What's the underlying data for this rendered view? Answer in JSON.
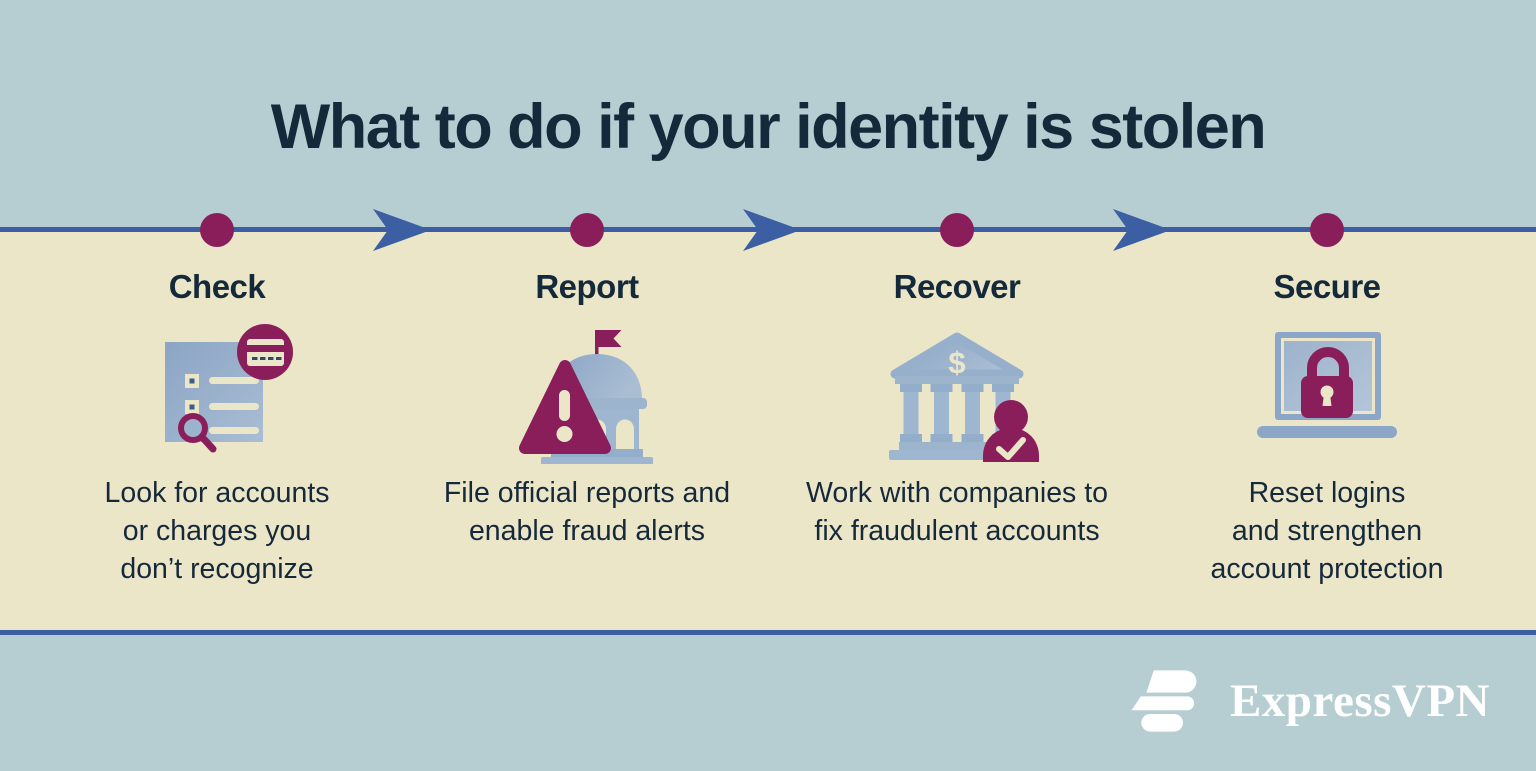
{
  "title": "What to do if your identity is stolen",
  "timeline": {
    "step_count": 4,
    "dot_count": 4,
    "arrow_count": 3
  },
  "steps": [
    {
      "label": "Check",
      "description": "Look for accounts or charges you don’t recognize",
      "icon": "document-credit-card-search-icon"
    },
    {
      "label": "Report",
      "description": "File official reports and enable fraud alerts",
      "icon": "government-building-warning-icon"
    },
    {
      "label": "Recover",
      "description": "Work with companies to fix fraudulent accounts",
      "icon": "bank-verified-person-icon"
    },
    {
      "label": "Secure",
      "description": "Reset logins and strengthen account protection",
      "icon": "laptop-padlock-icon"
    }
  ],
  "footer": {
    "brand": "ExpressVPN"
  },
  "colors": {
    "top_band": "#b6ced2",
    "content_band": "#ece6c9",
    "bottom_band": "#b6ced2",
    "title_text": "#14293a",
    "timeline_line": "#3c5fa3",
    "timeline_dot": "#8a1e5b",
    "icon_steel_blue": "#8ba6c6",
    "icon_steel_light": "#a9bdd3",
    "accent_maroon": "#8a1e5b",
    "icon_cutout_cream": "#ece6c9",
    "logo_white": "#ffffff"
  }
}
